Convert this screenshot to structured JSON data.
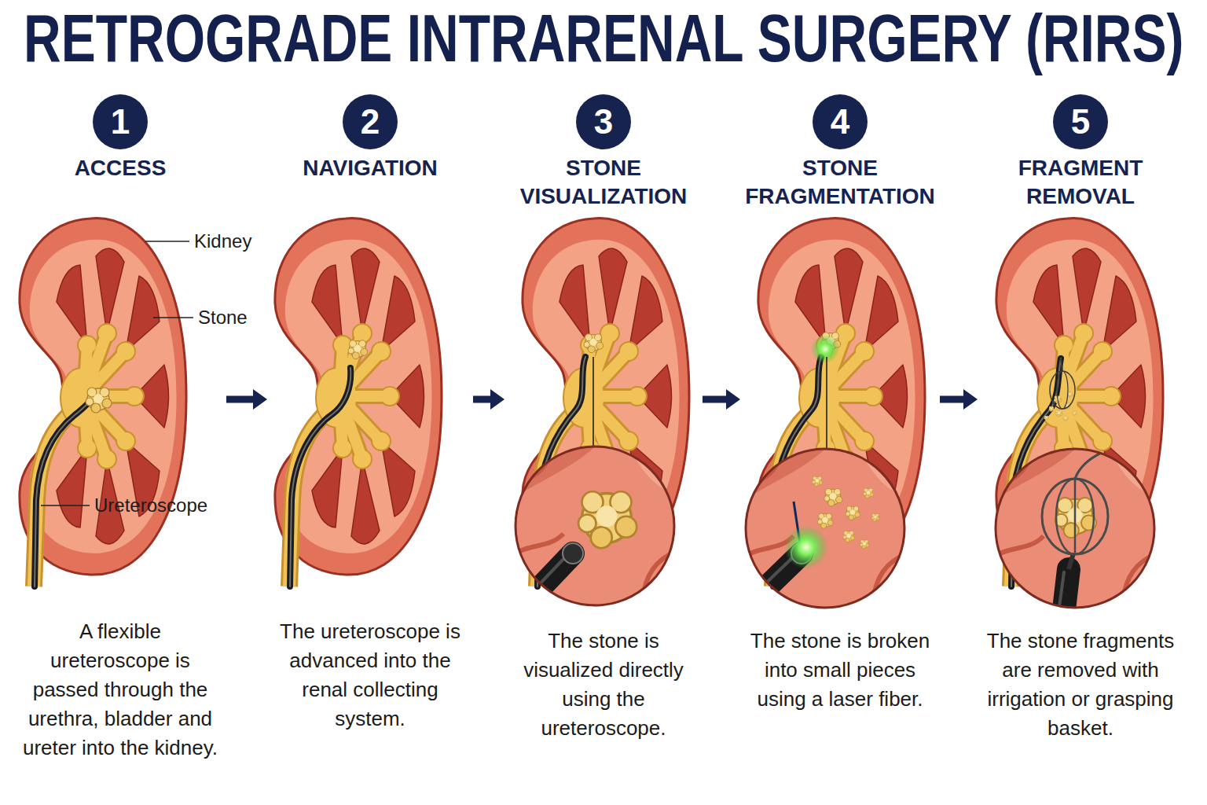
{
  "diagram": {
    "title": "RETROGRADE INTRARENAL SURGERY (RIRS)",
    "nodes": [
      {
        "text": [
          "ACCESS",
          "A flexible ureteroscope is passed through the urethra, bladder and ureter into the kidney."
        ]
      },
      {
        "text": [
          "1"
        ],
        "in": 0
      },
      {
        "text": [
          "NAVIGATION",
          "The ureteroscope is advanced into the renal collecting system."
        ]
      },
      {
        "text": [
          "2"
        ],
        "in": 2
      },
      {
        "text": [
          "STONE VISUALIZATION",
          "The stone is visualized directly using the ureteroscope."
        ]
      },
      {
        "text": [
          "3"
        ],
        "in": 4
      },
      {
        "text": [
          "STONE FRAGMENTATION",
          "The stone is broken into small pieces using a laser fiber."
        ]
      },
      {
        "text": [
          "4"
        ],
        "in": 6
      },
      {
        "text": [
          "FRAGMENT REMOVAL",
          "The stone fragments are removed with irrigation or grasping basket."
        ]
      },
      {
        "text": [
          "5"
        ],
        "in": 8
      }
    ],
    "edges": [
      {
        "from": 0,
        "to": 2,
        "arrow": "to"
      },
      {
        "from": 2,
        "to": 4,
        "arrow": "to"
      },
      {
        "from": 4,
        "to": 6,
        "arrow": "to"
      },
      {
        "from": 6,
        "to": 8,
        "arrow": "to"
      }
    ],
    "labels": [
      "Kidney",
      "Stone",
      "Ureteroscope"
    ]
  }
}
